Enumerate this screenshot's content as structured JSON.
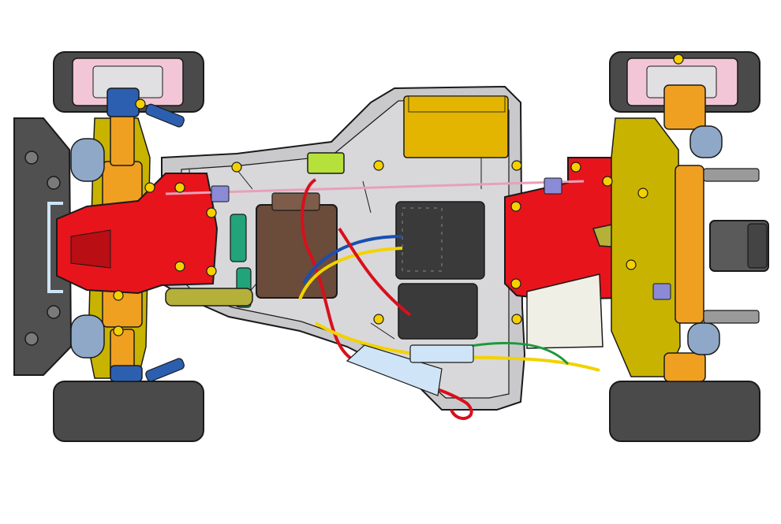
{
  "diagram": {
    "subject": "rc-car-chassis-top-view",
    "colors": {
      "outline": "#1a1a1a",
      "background": "#ffffff",
      "chassis_tub": "#c9c9cc",
      "chassis_tub_inner": "#d8d8da",
      "gearbox_red": "#e8141c",
      "gearbox_red_dark": "#b80e14",
      "suspension_orange": "#f0a020",
      "suspension_mount_yellow": "#c8b400",
      "arm_olive": "#b5b03a",
      "battery_yellow": "#e3b500",
      "tire_dark": "#4a4a4a",
      "rim_pink": "#f2c6d6",
      "damper_blue": "#8fa8c8",
      "servo_brown": "#6b4b3a",
      "esc_dark": "#3a3a3a",
      "motor_gray": "#5a5a5a",
      "receiver_cream": "#efefe6",
      "link_green": "#22a37a",
      "steering_blue": "#2c5fb0",
      "lime_part": "#b6e03a",
      "screw_yellow": "#f5d000",
      "rod_pink": "#e8a0b8",
      "wire_red": "#d8101c",
      "wire_blue": "#1a4fb0",
      "wire_yellow": "#f2d200",
      "wire_green": "#1a9a3a",
      "bumper_gray": "#505050",
      "connector_blue": "#cfe4f6"
    },
    "parts": [
      "front-left-wheel-icon",
      "front-right-wheel-icon",
      "rear-left-wheel-icon",
      "rear-right-wheel-icon",
      "front-bumper",
      "chassis-tub",
      "front-gearbox",
      "rear-gearbox",
      "battery-pack",
      "steering-servo",
      "speed-controller",
      "receiver-box",
      "motor",
      "wiring-harness",
      "battery-connector"
    ]
  }
}
